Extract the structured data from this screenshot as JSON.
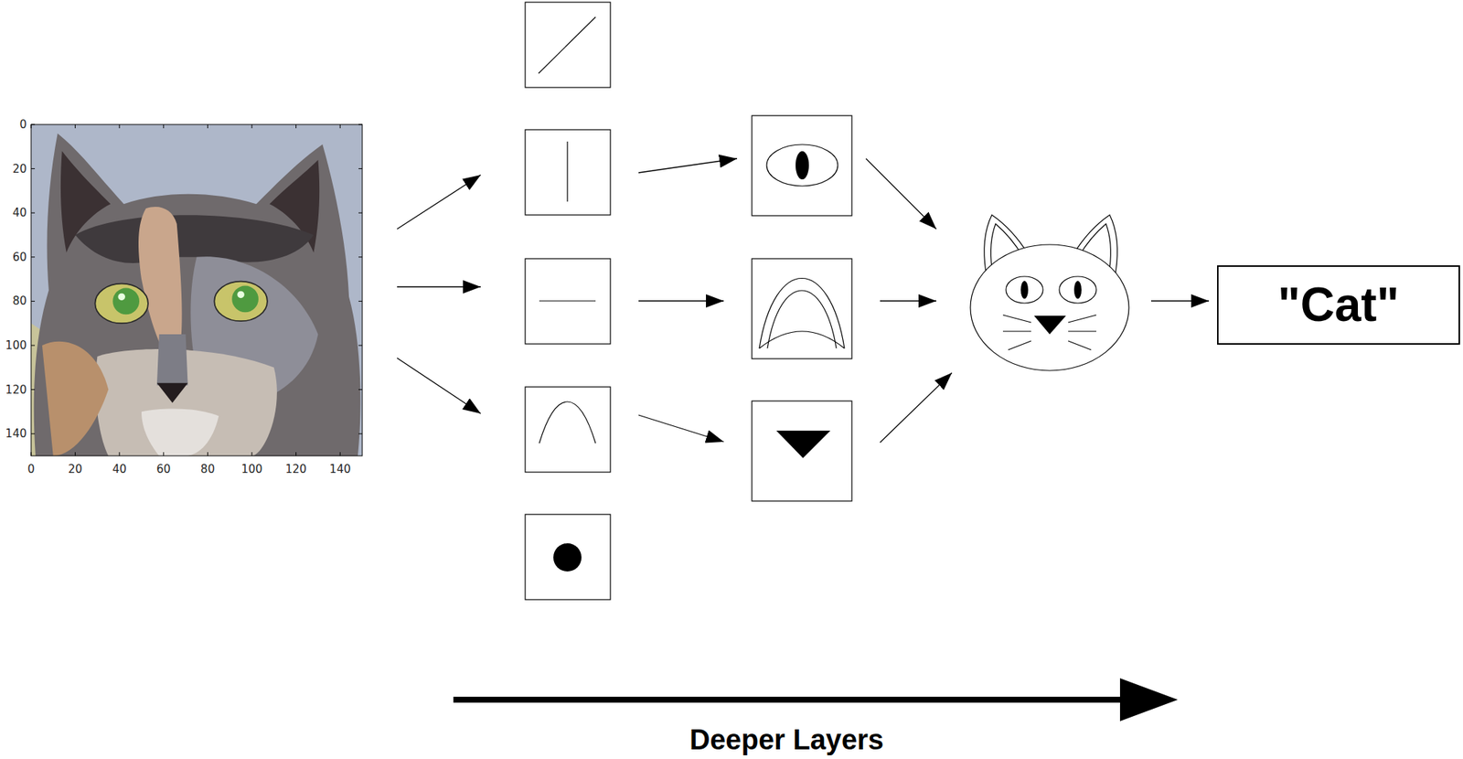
{
  "diagram": {
    "nodes": [
      {
        "text": [
          "\"Cat\""
        ]
      }
    ],
    "labels": [
      "0",
      "20",
      "40",
      "60",
      "80",
      "100",
      "120",
      "140",
      "0",
      "20",
      "40",
      "60",
      "80",
      "100",
      "120",
      "140",
      "Deeper Layers"
    ]
  }
}
